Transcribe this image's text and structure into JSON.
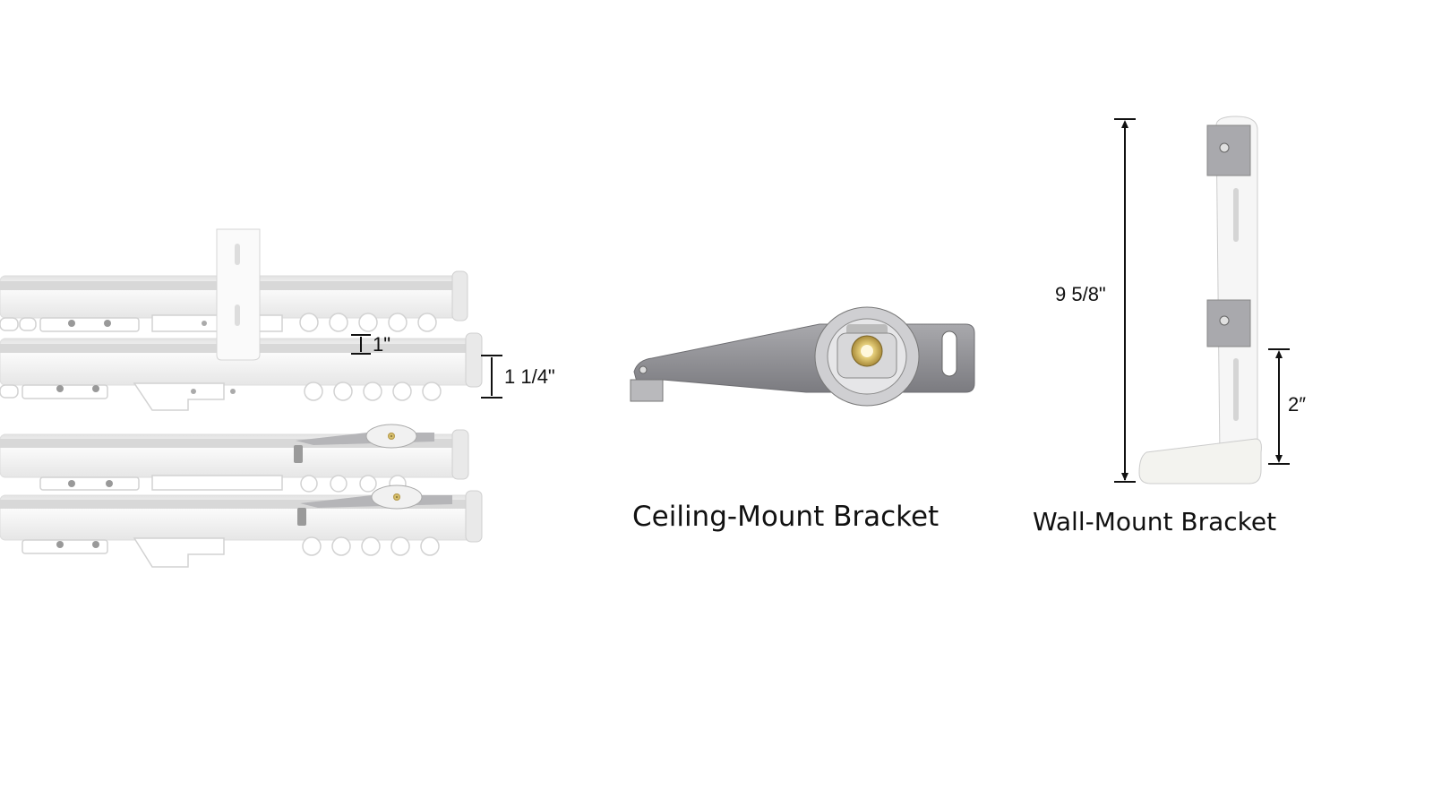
{
  "track_dimensions": {
    "track_height": "1\"",
    "track_overall_height": "1 1/4\""
  },
  "ceiling_mount": {
    "caption": "Ceiling-Mount Bracket"
  },
  "wall_mount": {
    "caption": "Wall-Mount Bracket",
    "total_height": "9 5/8\"",
    "base_height": "2″"
  },
  "colors": {
    "rail": "#f4f4f4",
    "rail_channel": "#d6d6d6",
    "bracket_metal": "#8f8f92",
    "brass": "#c9a94a"
  }
}
